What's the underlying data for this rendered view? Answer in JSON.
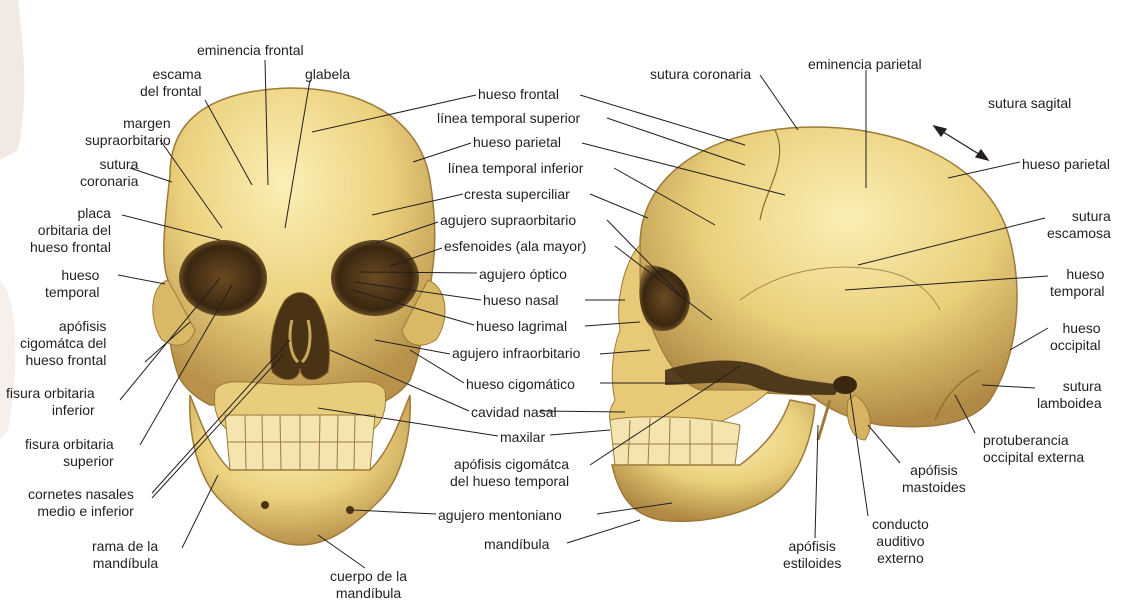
{
  "front_labels": {
    "eminencia_frontal": "eminencia frontal",
    "escama_del_frontal": "escama\ndel frontal",
    "glabela": "glabela",
    "margen_supraorbitario": "margen\nsupraorbitario",
    "sutura_coronaria": "sutura\ncoronaria",
    "placa_orbitaria": "placa\norbitaria del\nhueso frontal",
    "hueso_temporal": "hueso\ntemporal",
    "apofisis_cigomatica_frontal": "apófisis\ncigomátca del\nhueso frontal",
    "fisura_orbitaria_inferior": "fisura orbitaria\ninferior",
    "fisura_orbitaria_superior": "fisura orbitaria\nsuperior",
    "cornetes_nasales": "cornetes nasales\nmedio e inferior",
    "rama_mandibula": "rama de la\nmandíbula",
    "cuerpo_mandibula": "cuerpo de la\nmandíbula"
  },
  "middle_labels": {
    "hueso_frontal": "hueso frontal",
    "linea_temporal_superior": "línea temporal superior",
    "hueso_parietal": "hueso parietal",
    "linea_temporal_inferior": "línea temporal inferior",
    "cresta_superciliar": "cresta superciliar",
    "agujero_supraorbitario": "agujero supraorbitario",
    "esfenoides": "esfenoides (ala mayor)",
    "agujero_optico": "agujero óptico",
    "hueso_nasal": "hueso nasal",
    "hueso_lagrimal": "hueso lagrimal",
    "agujero_infraorbitario": "agujero infraorbitario",
    "hueso_cigomatico": "hueso cigomático",
    "cavidad_nasal": "cavidad nasal",
    "maxilar": "maxilar",
    "apofisis_cigomatica_temporal": "apófisis cigomátca\ndel hueso temporal",
    "agujero_mentoniano": "agujero mentoniano",
    "mandibula": "mandíbula"
  },
  "side_labels": {
    "sutura_coronaria": "sutura coronaria",
    "eminencia_parietal": "eminencia parietal",
    "sutura_sagital": "sutura sagital",
    "hueso_parietal": "hueso parietal",
    "sutura_escamosa": "sutura\nescamosa",
    "hueso_temporal": "hueso\ntemporal",
    "hueso_occipital": "hueso\noccipital",
    "sutura_lamboidea": "sutura\nlamboidea",
    "protuberancia": "protuberancia\noccipital externa",
    "apofisis_mastoides": "apófisis\nmastoides",
    "conducto_auditivo": "conducto\nauditivo\nexterno",
    "apofisis_estiloides": "apófisis\nestiloides"
  }
}
